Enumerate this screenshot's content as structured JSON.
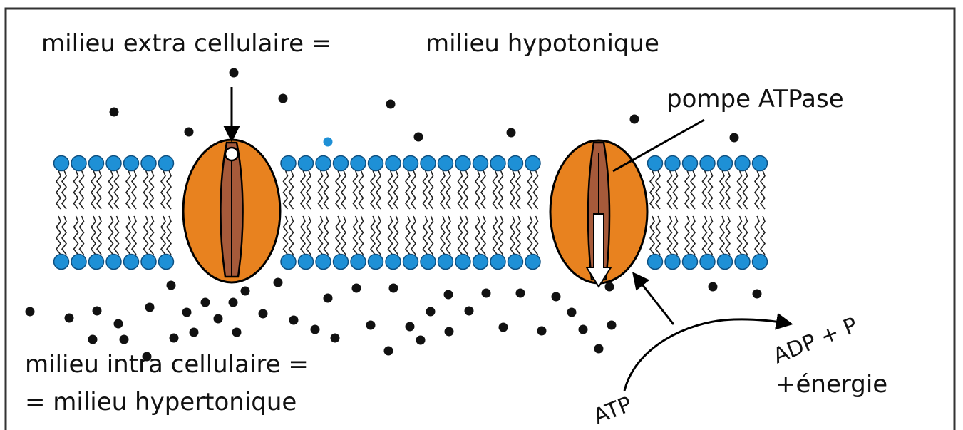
{
  "labels": {
    "extra_left": "milieu extra cellulaire =",
    "extra_right": "milieu hypotonique",
    "pump": "pompe ATPase",
    "intra_line1": "milieu intra cellulaire =",
    "intra_line2": "= milieu hypertonique",
    "atp": "ATP",
    "adp": "ADP + P",
    "energy": "+énergie"
  },
  "colors": {
    "phospholipid_head": "#1e90d6",
    "protein_fill": "#e8821f",
    "channel_fill": "#a65a3a",
    "outline": "#000000",
    "solute_dot": "#111111",
    "water_molecule": "#1e90d6"
  },
  "icons": {
    "solute": "black-dot",
    "water": "blue-dot",
    "channel_protein": "orange-oval-protein",
    "pump_protein": "orange-oval-protein"
  }
}
